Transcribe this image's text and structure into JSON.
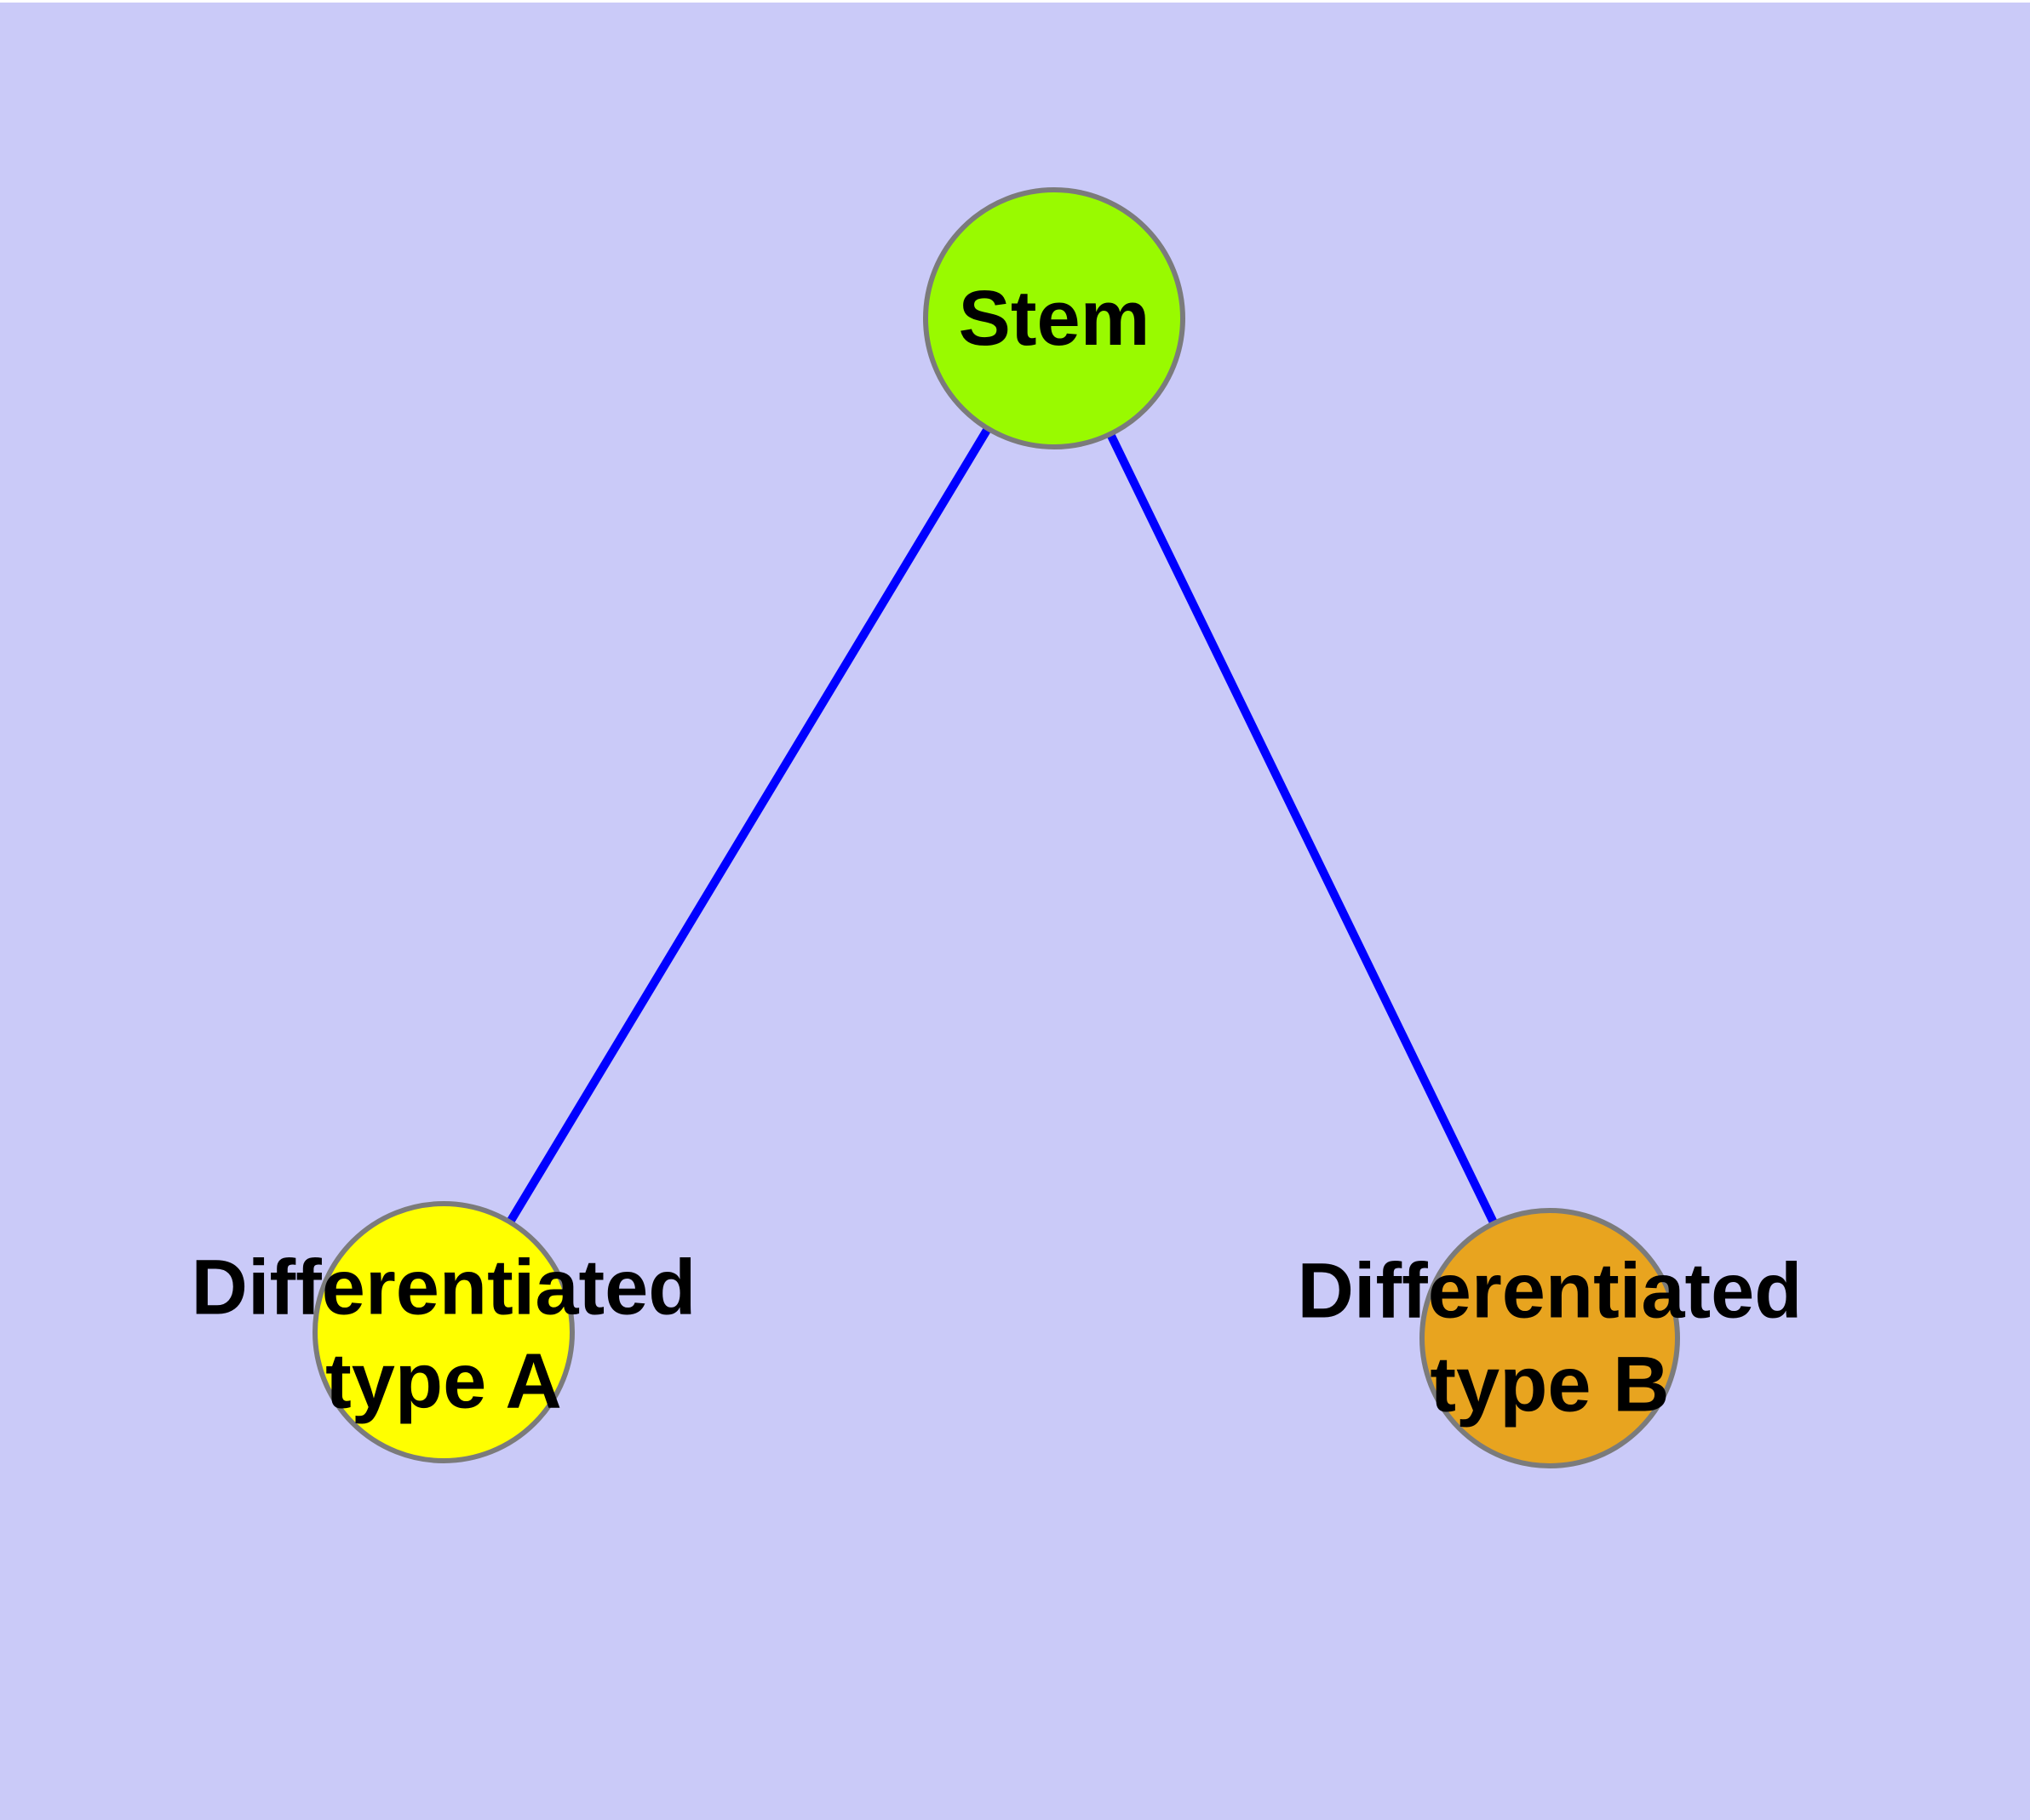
{
  "diagram": {
    "type": "graph",
    "background_color": "#CACAF8",
    "page_margin_color": "#FFFFFF",
    "edge_color": "#0000FF",
    "node_border_color": "#7B7B7B",
    "label_color": "#000000",
    "nodes": [
      {
        "id": "stem",
        "label": "Stem",
        "fill": "#99FA00"
      },
      {
        "id": "type-a",
        "label": "Differentiated\ntype A",
        "fill": "#FFFF00"
      },
      {
        "id": "type-b",
        "label": "Differentiated\ntype B",
        "fill": "#E8A41F"
      }
    ],
    "edges": [
      {
        "from": "stem",
        "to": "type-a"
      },
      {
        "from": "stem",
        "to": "type-b"
      }
    ]
  }
}
